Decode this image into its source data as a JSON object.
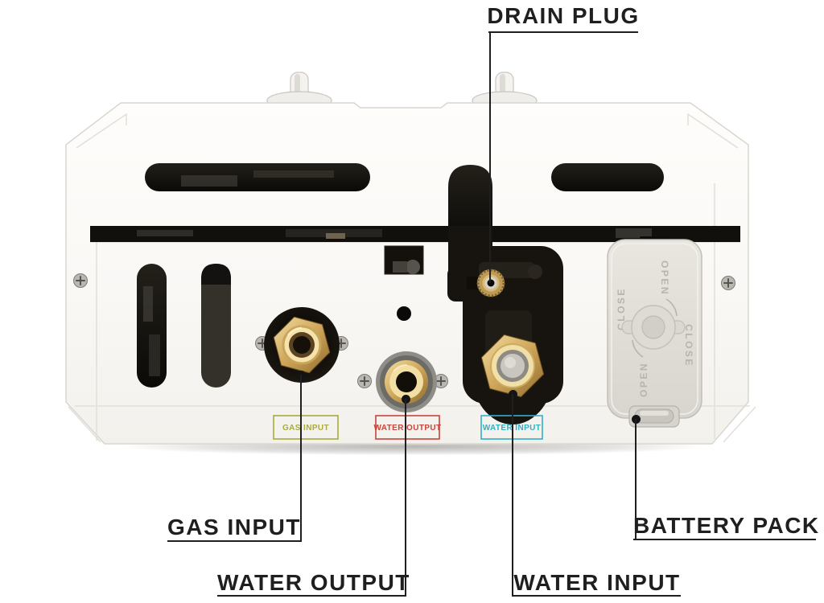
{
  "callouts": {
    "drain_plug": "DRAIN PLUG",
    "gas_input": "GAS INPUT",
    "water_output": "WATER OUTPUT",
    "water_input": "WATER INPUT",
    "battery_pack": "BATTERY PACK"
  },
  "port_labels": {
    "gas_input": "GAS INPUT",
    "water_output": "WATER OUTPUT",
    "water_input": "WATER INPUT"
  },
  "battery_door": {
    "open": "OPEN",
    "close": "CLOSE"
  },
  "colors": {
    "callout": "#1f1f1f",
    "gas": "#a9aa3f",
    "waterout": "#c7453c",
    "waterin": "#35aec9",
    "brass": "#d2ab5e",
    "body": "#fbfaf7"
  }
}
